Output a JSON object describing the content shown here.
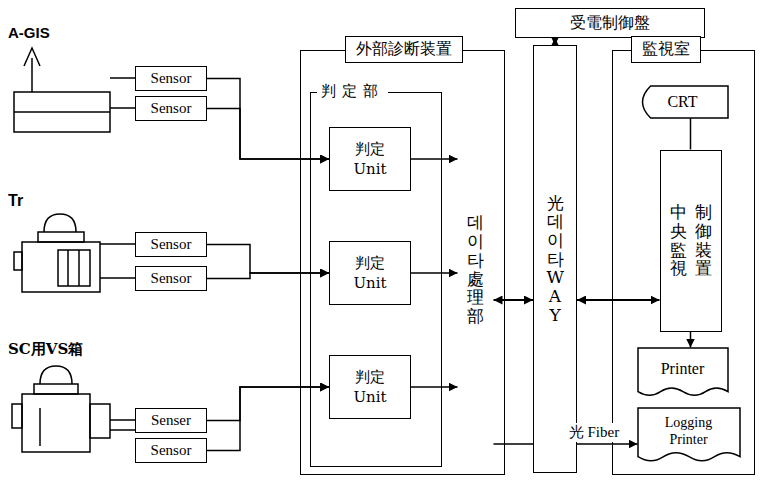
{
  "diagram": {
    "nodes": [
      {
        "text": [
          "受電制御盤"
        ]
      },
      {
        "text": [
          "外部診断装置"
        ]
      },
      {
        "text": [
          "判定部"
        ],
        "in": 1
      },
      {
        "text": [
          "判定 Unit"
        ],
        "in": 2
      },
      {
        "text": [
          "判定 Unit"
        ],
        "in": 2
      },
      {
        "text": [
          "判定 Unit"
        ],
        "in": 2
      },
      {
        "text": [
          "데이타處理部"
        ],
        "in": 1
      },
      {
        "text": [
          "光데이타WAY"
        ]
      },
      {
        "text": [
          "監視室"
        ]
      },
      {
        "text": [
          "CRT"
        ],
        "in": 8
      },
      {
        "text": [
          "中央監視",
          "制御裝置"
        ],
        "in": 8
      },
      {
        "text": [
          "Printer"
        ],
        "in": 8
      },
      {
        "text": [
          "Logging Printer"
        ],
        "in": 8
      },
      {
        "text": [
          "Sensor"
        ]
      },
      {
        "text": [
          "Sensor"
        ]
      },
      {
        "text": [
          "Sensor"
        ]
      },
      {
        "text": [
          "Sensor"
        ]
      },
      {
        "text": [
          "Senser"
        ]
      },
      {
        "text": [
          "Sensor"
        ]
      }
    ],
    "edges": [
      {
        "from": 13,
        "to": 3,
        "arrow": "to"
      },
      {
        "from": 14,
        "to": 3,
        "arrow": "to"
      },
      {
        "from": 15,
        "to": 4,
        "arrow": "to"
      },
      {
        "from": 16,
        "to": 4,
        "arrow": "to"
      },
      {
        "from": 17,
        "to": 5,
        "arrow": "to"
      },
      {
        "from": 18,
        "to": 5,
        "arrow": "to"
      },
      {
        "from": 3,
        "to": 6,
        "arrow": "to"
      },
      {
        "from": 4,
        "to": 6,
        "arrow": "to"
      },
      {
        "from": 5,
        "to": 6,
        "arrow": "to"
      },
      {
        "from": 6,
        "to": 7,
        "arrow": "both"
      },
      {
        "from": 7,
        "to": 10,
        "arrow": "both"
      },
      {
        "from": 0,
        "to": 7,
        "arrow": "both"
      },
      {
        "from": 6,
        "to": 12,
        "label": "光 Fiber",
        "arrow": "to"
      },
      {
        "from": 10,
        "to": 9,
        "arrow": "none"
      },
      {
        "from": 10,
        "to": 11,
        "arrow": "to"
      }
    ],
    "labels": [
      "A-GIS",
      "Tr",
      "SC用VS箱"
    ]
  }
}
